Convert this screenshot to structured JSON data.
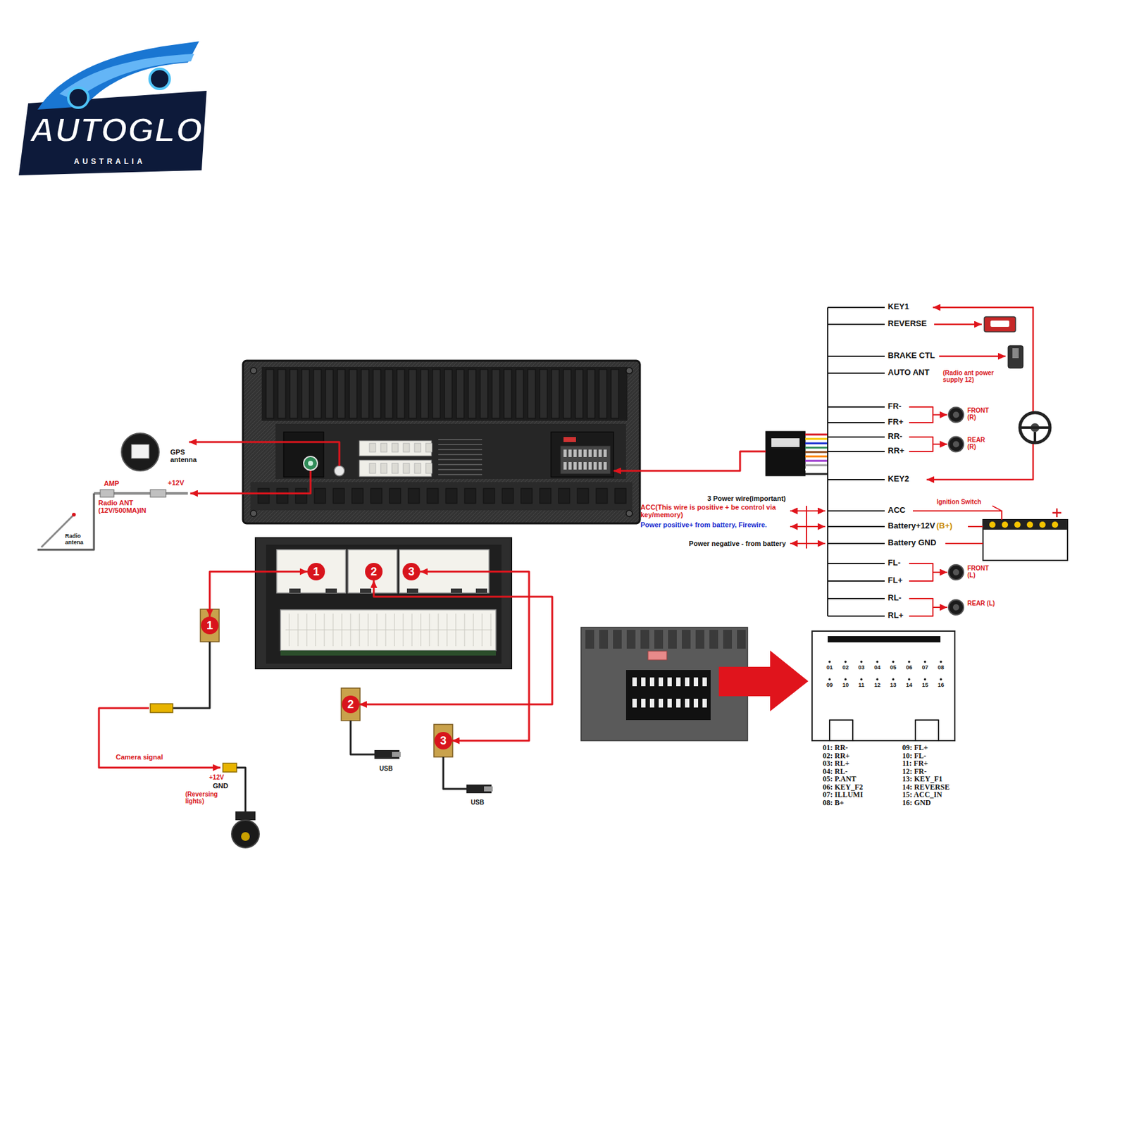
{
  "diagram": {
    "nodes": [
      {
        "text": [
          "1"
        ]
      },
      {
        "text": [
          "2"
        ]
      },
      {
        "text": [
          "3"
        ]
      },
      {
        "text": [
          "1"
        ]
      },
      {
        "text": [
          "2"
        ]
      },
      {
        "text": [
          "3"
        ]
      }
    ],
    "edges": [
      {
        "from": 0,
        "to": 3,
        "arrow": "both"
      },
      {
        "from": 1,
        "to": 4,
        "arrow": "both"
      },
      {
        "from": 2,
        "to": 5,
        "arrow": "both"
      }
    ],
    "labels": [
      "AUTOGLO",
      "AUSTRALIA",
      "GPS antenna",
      "AMP",
      "+12V",
      "Radio ANT (12V/500MA)IN",
      "Radio antena",
      "KEY1",
      "REVERSE",
      "BRAKE CTL",
      "AUTO ANT",
      "(Radio ant power supply 12)",
      "FR-",
      "FR+",
      "FRONT (R)",
      "RR-",
      "RR+",
      "REAR (R)",
      "KEY2",
      "3 Power wire(important)",
      "ACC(This wire is positive + be control via key/memory)",
      "Power positive+ from battery, Firewire.",
      "Power negative - from battery",
      "ACC",
      "Battery+12V",
      "(B+)",
      "Ignition Switch",
      "Battery GND",
      "FL-",
      "FL+",
      "FRONT (L)",
      "RL-",
      "RL+",
      "REAR (L)",
      "Camera signal",
      "+12V",
      "GND",
      "(Reversing lights)",
      "USB",
      "USB",
      "01",
      "02",
      "03",
      "04",
      "05",
      "06",
      "07",
      "08",
      "09",
      "10",
      "11",
      "12",
      "13",
      "14",
      "15",
      "16",
      "01: RR-",
      "02: RR+",
      "03: RL+",
      "04: RL-",
      "05: P.ANT",
      "06: KEY_F2",
      "07: ILLUMI",
      "08: B+",
      "09: FL+",
      "10: FL-",
      "11: FR+",
      "12: FR-",
      "13: KEY_F1",
      "14: REVERSE",
      "15: ACC_IN",
      "16: GND"
    ]
  }
}
